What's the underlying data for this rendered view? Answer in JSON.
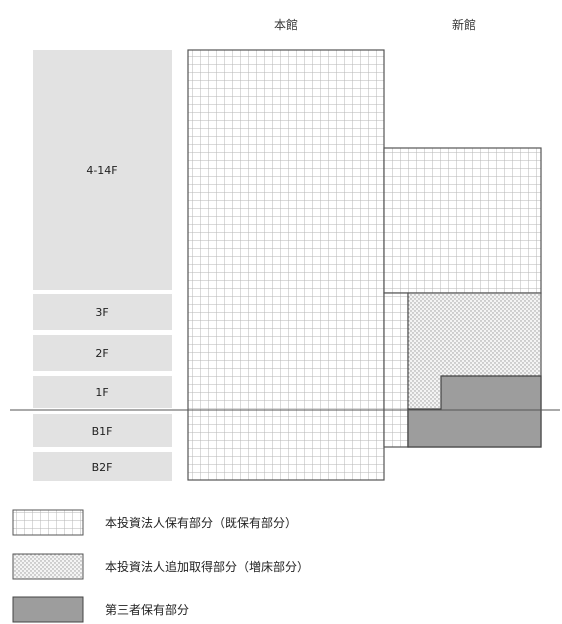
{
  "buildings": {
    "main": "本館",
    "new": "新館"
  },
  "floors": [
    {
      "id": "4-14",
      "label": "4-14F"
    },
    {
      "id": "3",
      "label": "3F"
    },
    {
      "id": "2",
      "label": "2F"
    },
    {
      "id": "1",
      "label": "1F"
    },
    {
      "id": "b1",
      "label": "B1F"
    },
    {
      "id": "b2",
      "label": "B2F"
    }
  ],
  "legend": {
    "existing": "本投資法人保有部分（既保有部分）",
    "additional": "本投資法人追加取得部分（増床部分）",
    "third_party": "第三者保有部分"
  },
  "colors": {
    "floor_box": "#e2e2e2",
    "grid_line": "#b5b5b5",
    "outline": "#555555",
    "dot_fill": "#f3f3f3",
    "third_party": "#9d9d9d"
  }
}
